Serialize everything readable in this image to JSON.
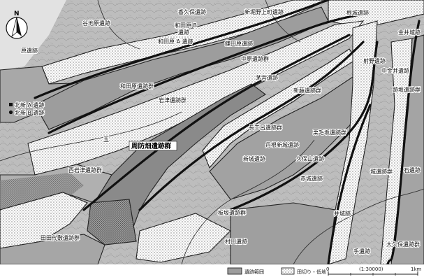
{
  "north_arrow": {
    "label": "N",
    "icon": "north-arrow-icon"
  },
  "labels": [
    "香久保遺跡",
    "新堀野上町遺跡",
    "谷地原遺跡",
    "和田原 B",
    "遺跡",
    "和田原 A 遺跡",
    "鎌田原遺跡",
    "原遺跡",
    "中原遺跡群",
    "茅宮遺跡",
    "和田原遺跡群",
    "新藤遺跡群",
    "岩津遺跡群",
    "北新 A 遺跡",
    "北新 B 遺跡",
    "長工呂遺跡群",
    "栗毛坂遺跡群",
    "玉",
    "丹根新城遺跡",
    "新城遺跡",
    "久保山遺跡",
    "西岩津遺跡群",
    "赤城遺跡",
    "板坂遺跡群",
    "井城跡",
    "田田代敷遺跡群",
    "村田遺跡",
    "根城遺跡",
    "金井城跡",
    "射野遺跡",
    "中金井遺跡",
    "跡坂遺跡群",
    "城遺跡群",
    "石遺跡",
    "大久保遺跡群",
    "手遺跡"
  ],
  "emphasized_label": "周防畑遺跡群",
  "legend": {
    "site_area_label": "遺跡範囲",
    "lowland_label": "田切り・低地"
  },
  "scale_bar": {
    "start": "0",
    "ratio": "(1:30000)",
    "end": "1km"
  },
  "colors": {
    "base_terrain": "#bdbdbd",
    "site_area": "#9d9d9d",
    "emphasized_site": "#8a8a8a",
    "lowland": "#ffffff",
    "river": "#111111"
  }
}
